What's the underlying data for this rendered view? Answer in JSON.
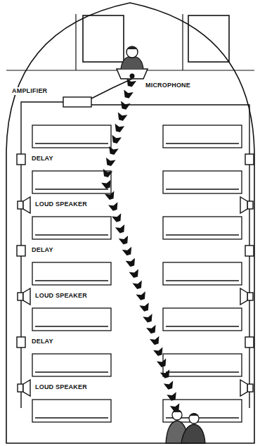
{
  "diagram": {
    "labels": [
      "AMPLIFIER",
      "MICROPHONE",
      "DELAY",
      "LOUD SPEAKER",
      "DELAY",
      "LOUD SPEAKER",
      "DELAY",
      "LOUD SPEAKER"
    ]
  }
}
